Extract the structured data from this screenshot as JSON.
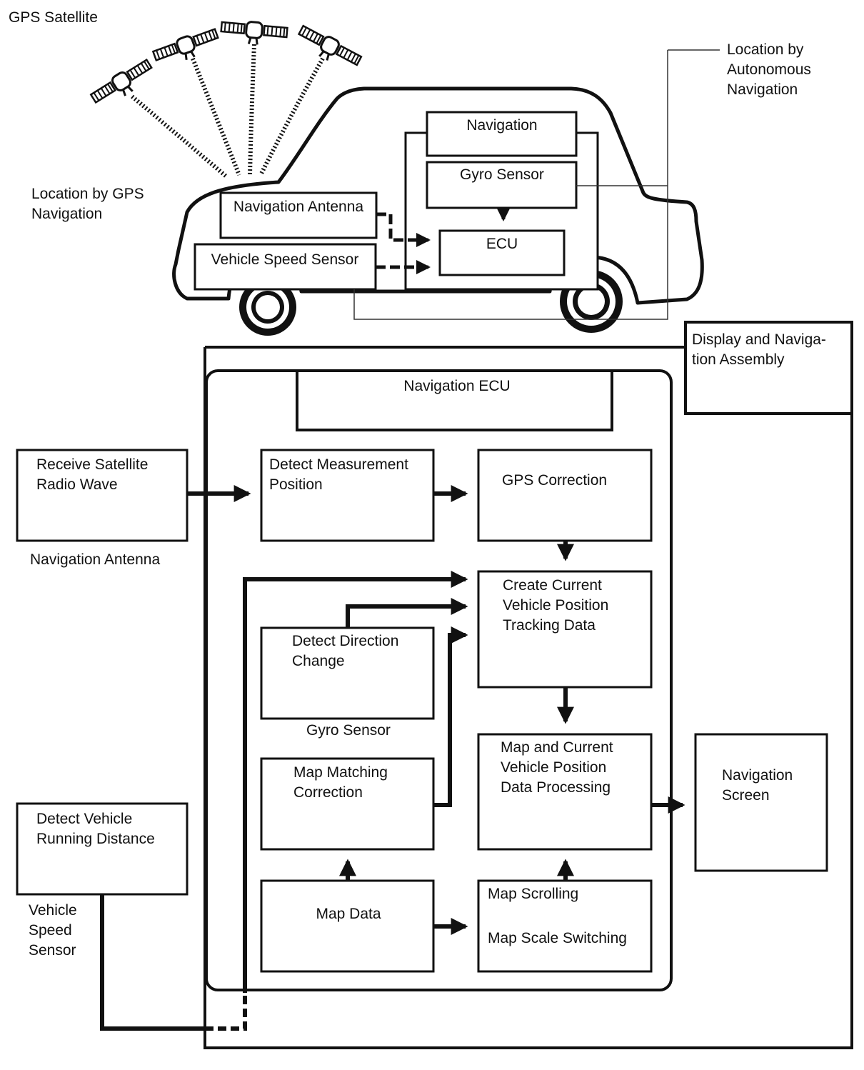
{
  "labels": {
    "gps_satellite": "GPS Satellite",
    "location_gps": [
      "Location by GPS",
      "Navigation"
    ],
    "location_autonomous": [
      "Location by",
      "Autonomous",
      "Navigation"
    ],
    "display_assembly": [
      "Display and Naviga-",
      "tion Assembly"
    ],
    "navigation_antenna_caption": "Navigation Antenna",
    "gyro_sensor_caption": "Gyro Sensor",
    "vehicle_speed_sensor_caption": [
      "Vehicle",
      "Speed",
      "Sensor"
    ]
  },
  "car_boxes": {
    "navigation": "Navigation",
    "gyro_sensor": "Gyro Sensor",
    "ecu": "ECU",
    "navigation_antenna": "Navigation Antenna",
    "vehicle_speed_sensor": "Vehicle Speed Sensor"
  },
  "flow_boxes": {
    "navigation_ecu": "Navigation ECU",
    "receive_satellite": [
      "Receive Satellite",
      "Radio Wave"
    ],
    "detect_measurement": [
      "Detect Measurement",
      "Position"
    ],
    "gps_correction": "GPS Correction",
    "create_tracking": [
      "Create Current",
      "Vehicle Position",
      "Tracking Data"
    ],
    "detect_direction": [
      "Detect Direction",
      "Change"
    ],
    "map_matching": [
      "Map Matching",
      "Correction"
    ],
    "map_processing": [
      "Map and Current",
      "Vehicle Position",
      "Data Processing"
    ],
    "navigation_screen": [
      "Navigation",
      "Screen"
    ],
    "detect_running_distance": [
      "Detect Vehicle",
      "Running Distance"
    ],
    "map_data": "Map Data",
    "map_scrolling": "Map Scrolling",
    "map_scale": "Map Scale Switching"
  }
}
